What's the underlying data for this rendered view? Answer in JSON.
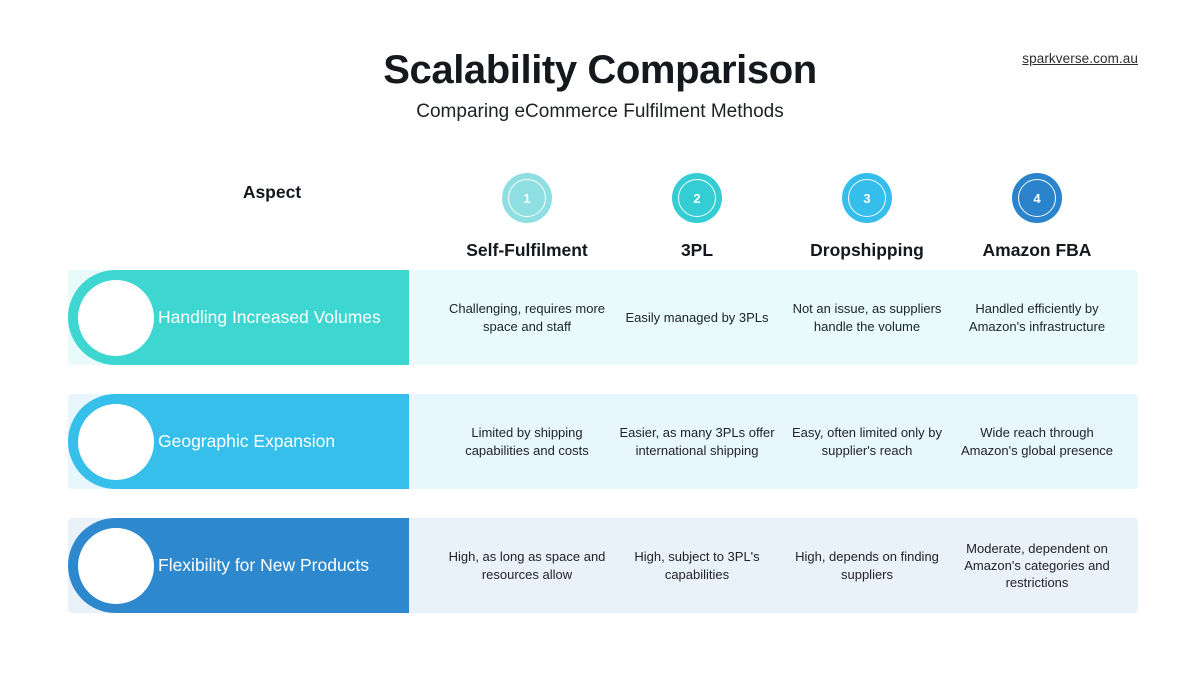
{
  "header": {
    "title": "Scalability Comparison",
    "subtitle": "Comparing eCommerce Fulfilment Methods",
    "watermark": "sparkverse.com.au"
  },
  "columns": [
    {
      "label": "Aspect",
      "badge": null,
      "color": null
    },
    {
      "label": "Self-Fulfilment",
      "badge": "1",
      "color": "#8fdee2"
    },
    {
      "label": "3PL",
      "badge": "2",
      "color": "#35cdd4"
    },
    {
      "label": "Dropshipping",
      "badge": "3",
      "color": "#35bdeb"
    },
    {
      "label": "Amazon FBA",
      "badge": "4",
      "color": "#2b84cb"
    }
  ],
  "rows": [
    {
      "label": "Handling Increased Volumes",
      "pill_color": "#3dd6d0",
      "band_color": "#e8fafa",
      "cells": [
        "Challenging, requires more space and staff",
        "Easily managed by 3PLs",
        "Not an issue, as suppliers handle the volume",
        "Handled efficiently by Amazon's infrastructure"
      ]
    },
    {
      "label": "Geographic Expansion",
      "pill_color": "#35bfea",
      "band_color": "#e8f6fd",
      "cells": [
        "Limited by shipping capabilities and costs",
        "Easier, as many 3PLs offer international shipping",
        "Easy, often limited only by supplier's reach",
        "Wide reach through Amazon's global presence"
      ]
    },
    {
      "label": "Flexibility for New Products",
      "pill_color": "#2e88ce",
      "band_color": "#e9f1f9",
      "cells": [
        "High, as long as space and resources allow",
        "High, subject to 3PL's capabilities",
        "High, depends on finding suppliers",
        "Moderate, dependent on Amazon's categories and restrictions"
      ]
    }
  ]
}
